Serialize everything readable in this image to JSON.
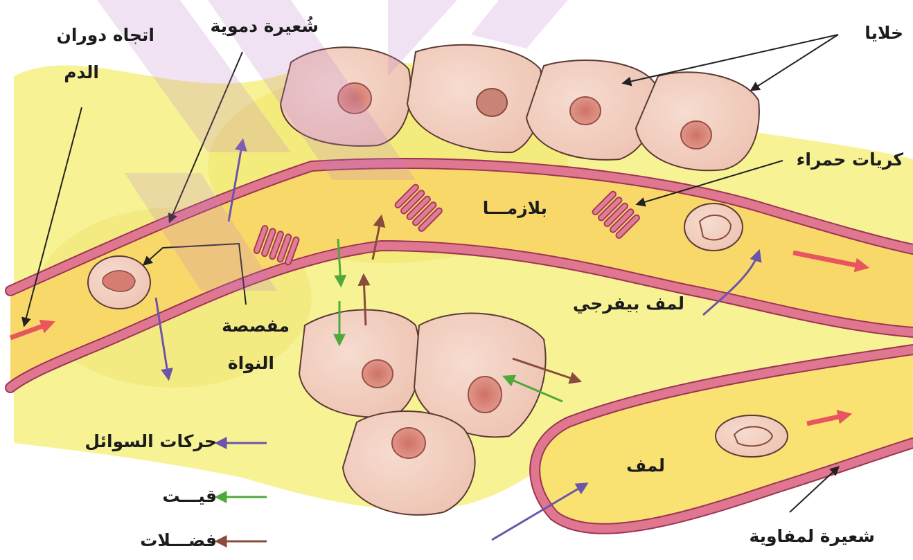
{
  "labels": {
    "blood_flow_direction_line1": "اتجاه دوران",
    "blood_flow_direction_line2": "الدم",
    "blood_capillary": "شُعيرة دموية",
    "cells": "خلايا",
    "red_blood_cells": "كريات حمراء",
    "plasma": "بلازمـــا",
    "interstitial_lymph": "لمف بيفرجي",
    "nucleolus_line1": "مفصصة",
    "nucleolus_line2": "النواة",
    "lymph": "لمف",
    "lymphatic_capillary": "شعيرة لمفاوية"
  },
  "legend": [
    {
      "label": "حركات السوائل",
      "color": "#6b55a8",
      "icon": "purple-arrow-icon"
    },
    {
      "label": "قيـــت",
      "color": "#4fa83a",
      "icon": "green-arrow-icon"
    },
    {
      "label": "فضـــلات",
      "color": "#8a4a3c",
      "icon": "brown-arrow-icon"
    }
  ],
  "colors": {
    "capillary_wall": "#d9607c",
    "capillary_wall_dark": "#9c3554",
    "plasma": "#f9dc6c",
    "tissue_fluid": "#f6f27c",
    "cell_fill": "#f1cfc0",
    "nucleus": "#d98a80",
    "watermark": "#c080c8"
  }
}
